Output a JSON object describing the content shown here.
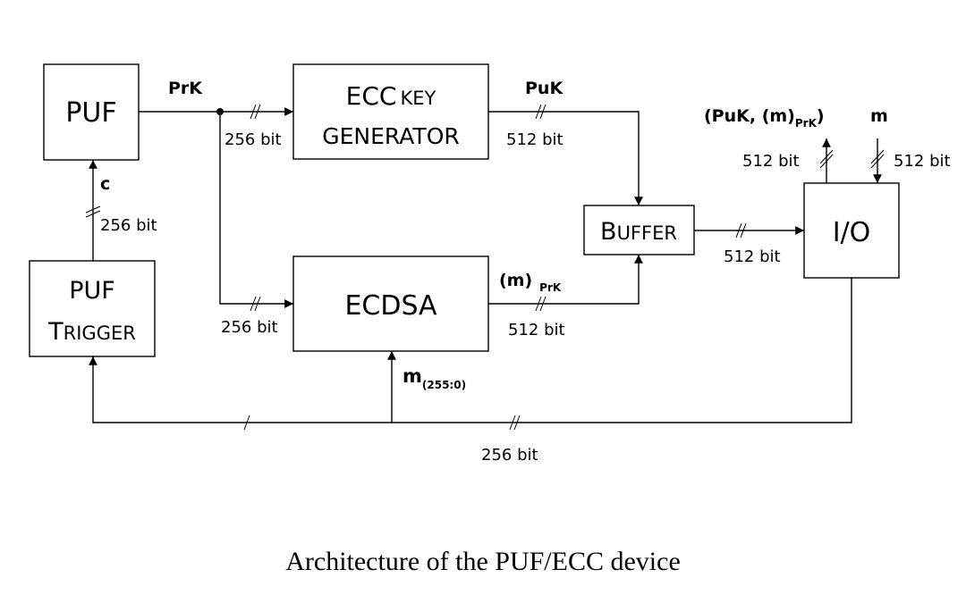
{
  "blocks": {
    "puf": "PUF",
    "ecc_line1": "ECC",
    "ecc_key": "KEY",
    "ecc_line2": "GENERATOR",
    "ecdsa": "ECDSA",
    "buffer_cap": "B",
    "buffer_rest": "UFFER",
    "io": "I/O",
    "trigger_line1": "PUF",
    "trigger_cap": "T",
    "trigger_rest": "RIGGER"
  },
  "signals": {
    "prk": "PrK",
    "puk": "PuK",
    "c": "c",
    "m_sig": "(m)",
    "m_sig_sub": "PrK",
    "m": "m",
    "m_range": "(255:0)",
    "io_out_open": "(PuK, (m)",
    "io_out_sub": "PrK",
    "io_out_close": ")",
    "io_in": "m"
  },
  "widths": {
    "puf_to_ecc": "256 bit",
    "ecc_to_buffer": "512 bit",
    "trigger_to_puf": "256 bit",
    "prk_to_ecdsa": "256 bit",
    "ecdsa_to_buffer": "512 bit",
    "buffer_to_io": "512 bit",
    "io_out": "512 bit",
    "io_in": "512 bit",
    "bus": "256 bit"
  },
  "caption": "Architecture of the PUF/ECC device"
}
